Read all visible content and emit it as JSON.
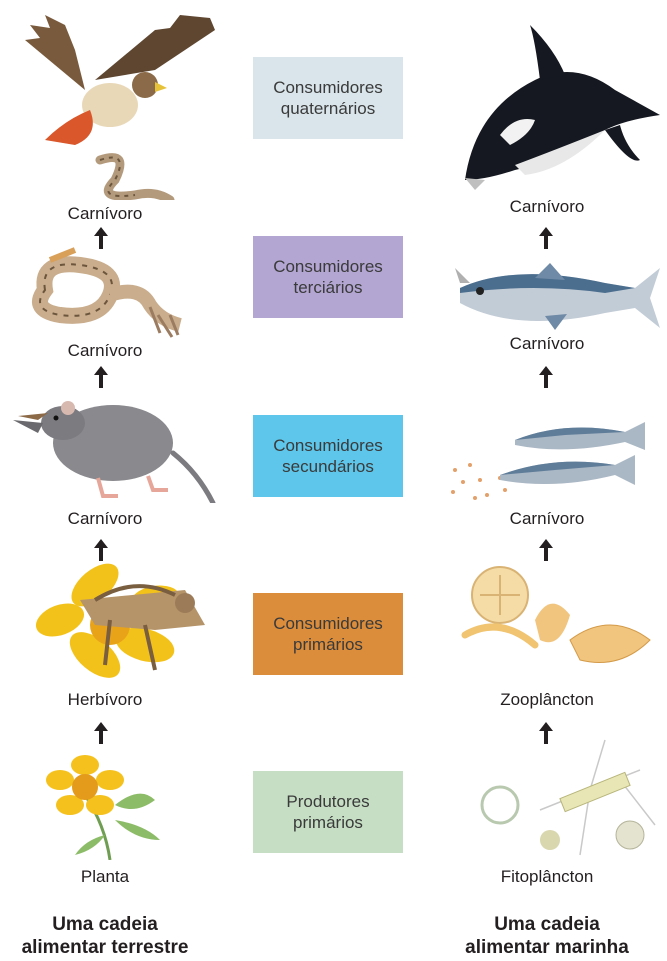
{
  "levels": [
    {
      "text": "Consumidores\nquaternários",
      "color": "#d9e5ea"
    },
    {
      "text": "Consumidores\nterciários",
      "color": "#b3a6d3"
    },
    {
      "text": "Consumidores\nsecundários",
      "color": "#5ec6ea"
    },
    {
      "text": "Consumidores\nprimários",
      "color": "#db8d3c"
    },
    {
      "text": "Produtores\nprimários",
      "color": "#c6dfc4"
    }
  ],
  "terrestrial": {
    "labels": [
      "Carnívoro",
      "Carnívoro",
      "Carnívoro",
      "Herbívoro",
      "Planta"
    ],
    "caption": "Uma cadeia\nalimentar terrestre",
    "organisms": [
      "hawk",
      "rattlesnake",
      "shrew",
      "grasshopper",
      "flowering-plant"
    ]
  },
  "marine": {
    "labels": [
      "Carnívoro",
      "Carnívoro",
      "Carnívoro",
      "Zooplâncton",
      "Fitoplâncton"
    ],
    "caption": "Uma cadeia\nalimentar marinha",
    "organisms": [
      "orca",
      "tuna",
      "herring",
      "zooplankton",
      "phytoplankton"
    ]
  }
}
